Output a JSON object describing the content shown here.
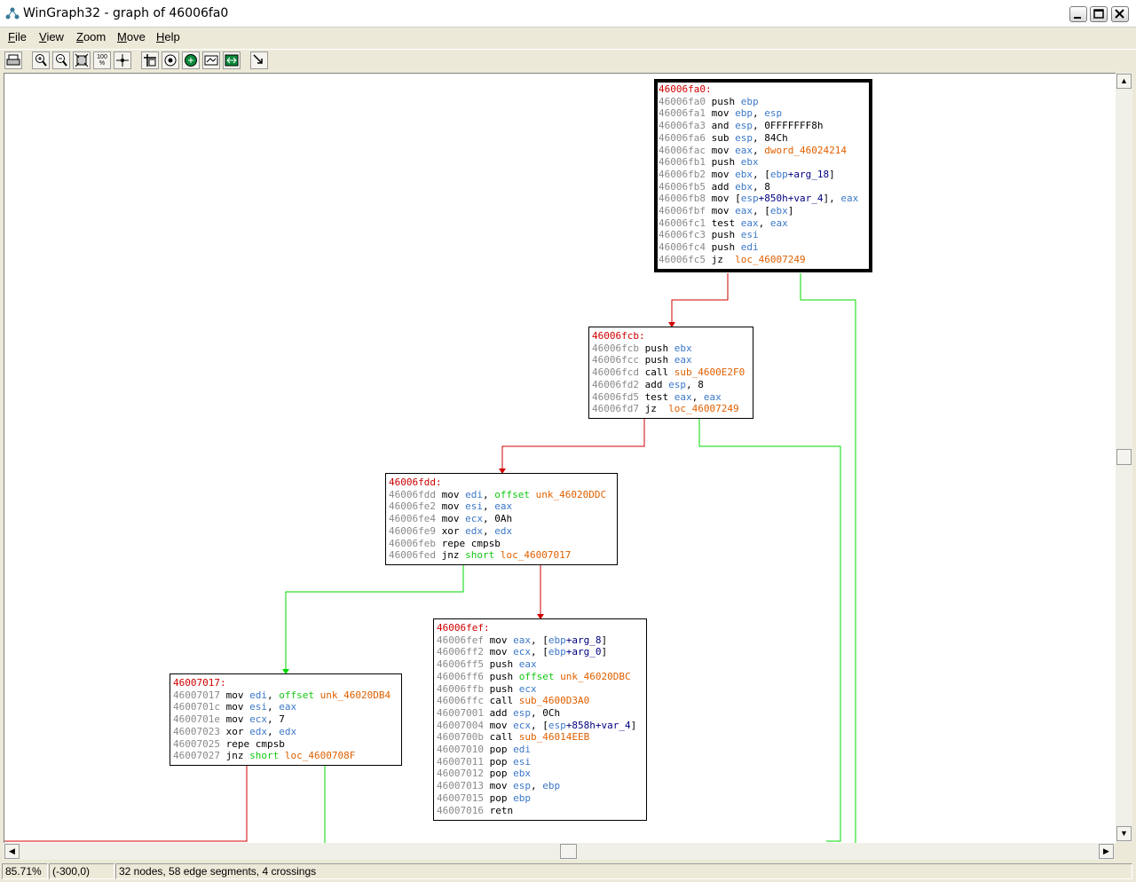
{
  "window": {
    "title": "WinGraph32 - graph of 46006fa0"
  },
  "menu": [
    {
      "key": "F",
      "rest": "ile"
    },
    {
      "key": "V",
      "rest": "iew"
    },
    {
      "key": "Z",
      "rest": "oom"
    },
    {
      "key": "M",
      "rest": "ove"
    },
    {
      "key": "H",
      "rest": "elp"
    }
  ],
  "toolbar": [
    "print-icon",
    "zoom-in-icon",
    "zoom-out-icon",
    "fit-window-icon",
    "zoom-100-icon",
    "center-icon",
    "origin-icon",
    "rotate-icon",
    "green-circle-icon",
    "overview-icon",
    "green-arrows-icon",
    "cursor-icon"
  ],
  "zoom100": "100\n%",
  "nodes": [
    {
      "label": "46006fa0:",
      "lines": [
        [
          [
            "addr",
            "46006fa0"
          ],
          [
            "t",
            " push "
          ],
          [
            "reg",
            "ebp"
          ]
        ],
        [
          [
            "addr",
            "46006fa1"
          ],
          [
            "t",
            " mov "
          ],
          [
            "reg",
            "ebp"
          ],
          [
            "t",
            ", "
          ],
          [
            "reg",
            "esp"
          ]
        ],
        [
          [
            "addr",
            "46006fa3"
          ],
          [
            "t",
            " and "
          ],
          [
            "reg",
            "esp"
          ],
          [
            "t",
            ", 0FFFFFFF8h"
          ]
        ],
        [
          [
            "addr",
            "46006fa6"
          ],
          [
            "t",
            " sub "
          ],
          [
            "reg",
            "esp"
          ],
          [
            "t",
            ", 84Ch"
          ]
        ],
        [
          [
            "addr",
            "46006fac"
          ],
          [
            "t",
            " mov "
          ],
          [
            "reg",
            "eax"
          ],
          [
            "t",
            ", "
          ],
          [
            "nm",
            "dword_46024214"
          ]
        ],
        [
          [
            "addr",
            "46006fb1"
          ],
          [
            "t",
            " push "
          ],
          [
            "reg",
            "ebx"
          ]
        ],
        [
          [
            "addr",
            "46006fb2"
          ],
          [
            "t",
            " mov "
          ],
          [
            "reg",
            "ebx"
          ],
          [
            "t",
            ", ["
          ],
          [
            "reg",
            "ebp"
          ],
          [
            "ar",
            "+arg_18"
          ],
          [
            "t",
            "]"
          ]
        ],
        [
          [
            "addr",
            "46006fb5"
          ],
          [
            "t",
            " add "
          ],
          [
            "reg",
            "ebx"
          ],
          [
            "t",
            ", 8"
          ]
        ],
        [
          [
            "addr",
            "46006fb8"
          ],
          [
            "t",
            " mov ["
          ],
          [
            "reg",
            "esp"
          ],
          [
            "ar",
            "+850h+var_4"
          ],
          [
            "t",
            "], "
          ],
          [
            "reg",
            "eax"
          ]
        ],
        [
          [
            "addr",
            "46006fbf"
          ],
          [
            "t",
            " mov "
          ],
          [
            "reg",
            "eax"
          ],
          [
            "t",
            ", ["
          ],
          [
            "reg",
            "ebx"
          ],
          [
            "t",
            "]"
          ]
        ],
        [
          [
            "addr",
            "46006fc1"
          ],
          [
            "t",
            " test "
          ],
          [
            "reg",
            "eax"
          ],
          [
            "t",
            ", "
          ],
          [
            "reg",
            "eax"
          ]
        ],
        [
          [
            "addr",
            "46006fc3"
          ],
          [
            "t",
            " push "
          ],
          [
            "reg",
            "esi"
          ]
        ],
        [
          [
            "addr",
            "46006fc4"
          ],
          [
            "t",
            " push "
          ],
          [
            "reg",
            "edi"
          ]
        ],
        [
          [
            "addr",
            "46006fc5"
          ],
          [
            "t",
            " jz  "
          ],
          [
            "nm",
            "loc_46007249"
          ]
        ]
      ]
    },
    {
      "label": "46006fcb:",
      "lines": [
        [
          [
            "addr",
            "46006fcb"
          ],
          [
            "t",
            " push "
          ],
          [
            "reg",
            "ebx"
          ]
        ],
        [
          [
            "addr",
            "46006fcc"
          ],
          [
            "t",
            " push "
          ],
          [
            "reg",
            "eax"
          ]
        ],
        [
          [
            "addr",
            "46006fcd"
          ],
          [
            "t",
            " call "
          ],
          [
            "nm",
            "sub_4600E2F0"
          ]
        ],
        [
          [
            "addr",
            "46006fd2"
          ],
          [
            "t",
            " add "
          ],
          [
            "reg",
            "esp"
          ],
          [
            "t",
            ", 8"
          ]
        ],
        [
          [
            "addr",
            "46006fd5"
          ],
          [
            "t",
            " test "
          ],
          [
            "reg",
            "eax"
          ],
          [
            "t",
            ", "
          ],
          [
            "reg",
            "eax"
          ]
        ],
        [
          [
            "addr",
            "46006fd7"
          ],
          [
            "t",
            " jz  "
          ],
          [
            "nm",
            "loc_46007249"
          ]
        ]
      ]
    },
    {
      "label": "46006fdd:",
      "lines": [
        [
          [
            "addr",
            "46006fdd"
          ],
          [
            "t",
            " mov "
          ],
          [
            "reg",
            "edi"
          ],
          [
            "t",
            ", "
          ],
          [
            "kw",
            "offset"
          ],
          [
            "t",
            " "
          ],
          [
            "nm",
            "unk_46020DDC"
          ]
        ],
        [
          [
            "addr",
            "46006fe2"
          ],
          [
            "t",
            " mov "
          ],
          [
            "reg",
            "esi"
          ],
          [
            "t",
            ", "
          ],
          [
            "reg",
            "eax"
          ]
        ],
        [
          [
            "addr",
            "46006fe4"
          ],
          [
            "t",
            " mov "
          ],
          [
            "reg",
            "ecx"
          ],
          [
            "t",
            ", 0Ah"
          ]
        ],
        [
          [
            "addr",
            "46006fe9"
          ],
          [
            "t",
            " xor "
          ],
          [
            "reg",
            "edx"
          ],
          [
            "t",
            ", "
          ],
          [
            "reg",
            "edx"
          ]
        ],
        [
          [
            "addr",
            "46006feb"
          ],
          [
            "t",
            " repe cmpsb"
          ]
        ],
        [
          [
            "addr",
            "46006fed"
          ],
          [
            "t",
            " jnz "
          ],
          [
            "kw",
            "short"
          ],
          [
            "t",
            " "
          ],
          [
            "nm",
            "loc_46007017"
          ]
        ]
      ]
    },
    {
      "label": "46006fef:",
      "lines": [
        [
          [
            "addr",
            "46006fef"
          ],
          [
            "t",
            " mov "
          ],
          [
            "reg",
            "eax"
          ],
          [
            "t",
            ", ["
          ],
          [
            "reg",
            "ebp"
          ],
          [
            "ar",
            "+arg_8"
          ],
          [
            "t",
            "]"
          ]
        ],
        [
          [
            "addr",
            "46006ff2"
          ],
          [
            "t",
            " mov "
          ],
          [
            "reg",
            "ecx"
          ],
          [
            "t",
            ", ["
          ],
          [
            "reg",
            "ebp"
          ],
          [
            "ar",
            "+arg_0"
          ],
          [
            "t",
            "]"
          ]
        ],
        [
          [
            "addr",
            "46006ff5"
          ],
          [
            "t",
            " push "
          ],
          [
            "reg",
            "eax"
          ]
        ],
        [
          [
            "addr",
            "46006ff6"
          ],
          [
            "t",
            " push "
          ],
          [
            "kw",
            "offset"
          ],
          [
            "t",
            " "
          ],
          [
            "nm",
            "unk_46020DBC"
          ]
        ],
        [
          [
            "addr",
            "46006ffb"
          ],
          [
            "t",
            " push "
          ],
          [
            "reg",
            "ecx"
          ]
        ],
        [
          [
            "addr",
            "46006ffc"
          ],
          [
            "t",
            " call "
          ],
          [
            "nm",
            "sub_4600D3A0"
          ]
        ],
        [
          [
            "addr",
            "46007001"
          ],
          [
            "t",
            " add "
          ],
          [
            "reg",
            "esp"
          ],
          [
            "t",
            ", 0Ch"
          ]
        ],
        [
          [
            "addr",
            "46007004"
          ],
          [
            "t",
            " mov "
          ],
          [
            "reg",
            "ecx"
          ],
          [
            "t",
            ", ["
          ],
          [
            "reg",
            "esp"
          ],
          [
            "ar",
            "+858h+var_4"
          ],
          [
            "t",
            "]"
          ]
        ],
        [
          [
            "addr",
            "4600700b"
          ],
          [
            "t",
            " call "
          ],
          [
            "nm",
            "sub_46014EEB"
          ]
        ],
        [
          [
            "addr",
            "46007010"
          ],
          [
            "t",
            " pop "
          ],
          [
            "reg",
            "edi"
          ]
        ],
        [
          [
            "addr",
            "46007011"
          ],
          [
            "t",
            " pop "
          ],
          [
            "reg",
            "esi"
          ]
        ],
        [
          [
            "addr",
            "46007012"
          ],
          [
            "t",
            " pop "
          ],
          [
            "reg",
            "ebx"
          ]
        ],
        [
          [
            "addr",
            "46007013"
          ],
          [
            "t",
            " mov "
          ],
          [
            "reg",
            "esp"
          ],
          [
            "t",
            ", "
          ],
          [
            "reg",
            "ebp"
          ]
        ],
        [
          [
            "addr",
            "46007015"
          ],
          [
            "t",
            " pop "
          ],
          [
            "reg",
            "ebp"
          ]
        ],
        [
          [
            "addr",
            "46007016"
          ],
          [
            "t",
            " retn"
          ]
        ]
      ]
    },
    {
      "label": "46007017:",
      "lines": [
        [
          [
            "addr",
            "46007017"
          ],
          [
            "t",
            " mov "
          ],
          [
            "reg",
            "edi"
          ],
          [
            "t",
            ", "
          ],
          [
            "kw",
            "offset"
          ],
          [
            "t",
            " "
          ],
          [
            "nm",
            "unk_46020DB4"
          ]
        ],
        [
          [
            "addr",
            "4600701c"
          ],
          [
            "t",
            " mov "
          ],
          [
            "reg",
            "esi"
          ],
          [
            "t",
            ", "
          ],
          [
            "reg",
            "eax"
          ]
        ],
        [
          [
            "addr",
            "4600701e"
          ],
          [
            "t",
            " mov "
          ],
          [
            "reg",
            "ecx"
          ],
          [
            "t",
            ", 7"
          ]
        ],
        [
          [
            "addr",
            "46007023"
          ],
          [
            "t",
            " xor "
          ],
          [
            "reg",
            "edx"
          ],
          [
            "t",
            ", "
          ],
          [
            "reg",
            "edx"
          ]
        ],
        [
          [
            "addr",
            "46007025"
          ],
          [
            "t",
            " repe cmpsb"
          ]
        ],
        [
          [
            "addr",
            "46007027"
          ],
          [
            "t",
            " jnz "
          ],
          [
            "kw",
            "short"
          ],
          [
            "t",
            " "
          ],
          [
            "nm",
            "loc_4600708F"
          ]
        ]
      ]
    }
  ],
  "colors": {
    "edge_true": "#00d800",
    "edge_false": "#d00000",
    "label": "#d00000"
  },
  "status": {
    "zoom": "85.71%",
    "position": "(-300,0)",
    "info": "32 nodes, 58 edge segments, 4 crossings"
  }
}
